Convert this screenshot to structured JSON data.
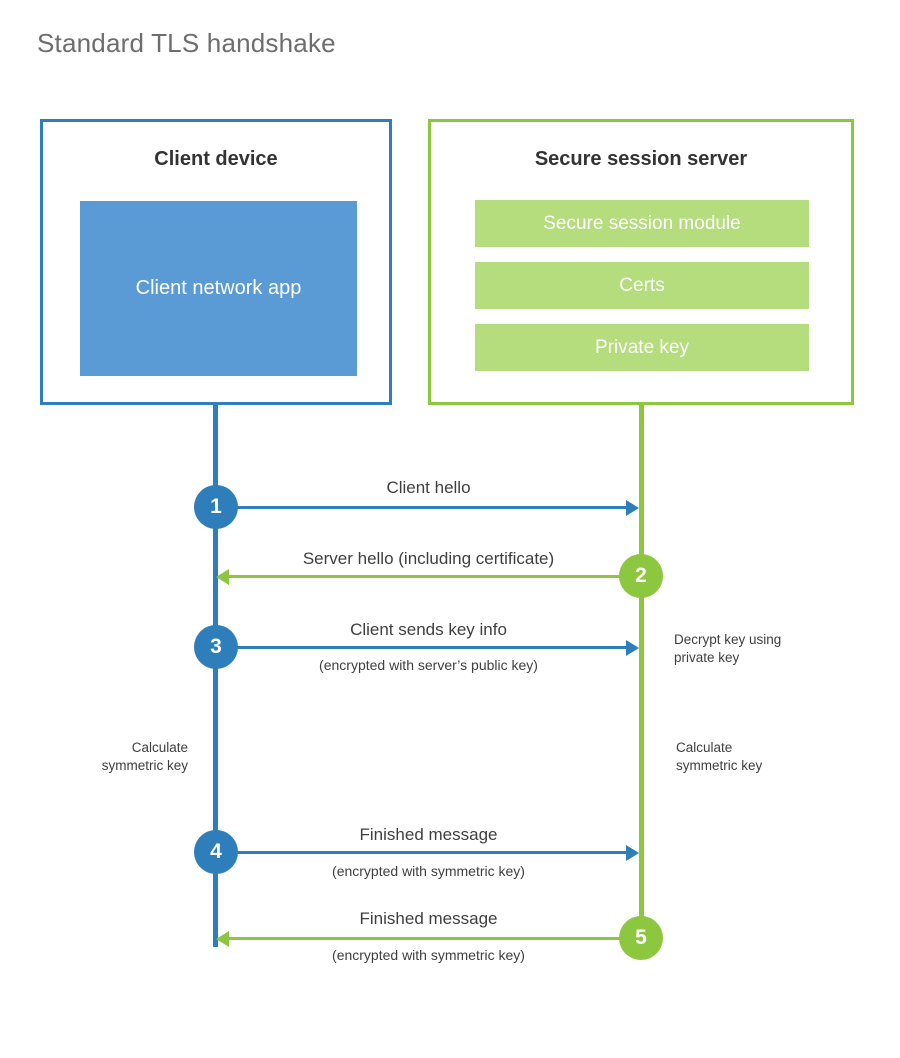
{
  "title": "Standard TLS handshake",
  "colors": {
    "client_accent": "#2e7ebb",
    "client_app_fill": "#5b9bd5",
    "server_accent": "#8dc63f",
    "server_module_fill": "#b5dc7d",
    "title_text": "#6d6d6d",
    "body_text": "#3f3f3f",
    "heading_text": "#333333",
    "background": "#ffffff"
  },
  "client": {
    "title": "Client device",
    "app_label": "Client network app"
  },
  "server": {
    "title": "Secure session server",
    "modules": [
      {
        "label": "Secure session module"
      },
      {
        "label": "Certs"
      },
      {
        "label": "Private key"
      }
    ]
  },
  "steps": [
    {
      "number": "1",
      "label": "Client hello",
      "sublabel": "",
      "direction": "client-to-server",
      "color": "#2e7ebb"
    },
    {
      "number": "2",
      "label": "Server hello (including certificate)",
      "sublabel": "",
      "direction": "server-to-client",
      "color": "#8dc63f"
    },
    {
      "number": "3",
      "label": "Client sends key info",
      "sublabel": "(encrypted with server’s public key)",
      "direction": "client-to-server",
      "color": "#2e7ebb"
    },
    {
      "number": "4",
      "label": "Finished message",
      "sublabel": "(encrypted with symmetric key)",
      "direction": "client-to-server",
      "color": "#2e7ebb"
    },
    {
      "number": "5",
      "label": "Finished message",
      "sublabel": "(encrypted with symmetric key)",
      "direction": "server-to-client",
      "color": "#8dc63f"
    }
  ],
  "notes": {
    "decrypt_key": "Decrypt key using\nprivate key",
    "decrypt_key_line1": "Decrypt key using",
    "decrypt_key_line2": "private key",
    "client_calculate_line1": "Calculate",
    "client_calculate_line2": "symmetric key",
    "server_calculate_line1": "Calculate",
    "server_calculate_line2": "symmetric key"
  }
}
